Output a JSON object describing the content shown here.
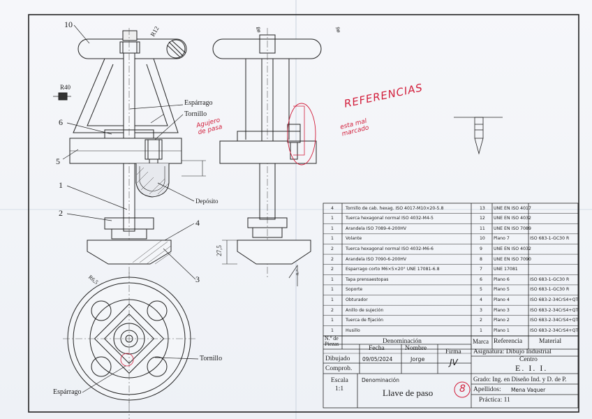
{
  "callouts": {
    "n10": "10",
    "n6": "6",
    "n5": "5",
    "n1": "1",
    "n2": "2",
    "n4": "4",
    "n3": "3",
    "esparrago_top": "Espárrago",
    "tornillo_top": "Tornillo",
    "deposito": "Depósito",
    "tornillo_bottom": "Tornillo",
    "esparrago_bottom": "Espárrago"
  },
  "dimensions": {
    "r12": "R12",
    "r40": "R40",
    "d8": "ø8",
    "d6": "ø6",
    "h275": "27,5",
    "r65": "R6,5",
    "m": "n.°"
  },
  "annotations": {
    "referencias": "REFERENCIAS",
    "mal_marcado": "esta mal marcado",
    "agujero": "Agujero de pasa",
    "circle_number": "8"
  },
  "parts_list": {
    "rows": [
      {
        "qty": "4",
        "name": "Tornillo de cab. hexag. ISO 4017-M10×20-5.8",
        "no": "13",
        "ref": "UNE EN ISO 4017",
        "material": ""
      },
      {
        "qty": "1",
        "name": "Tuerca hexagonal normal ISO 4032-M4-5",
        "no": "12",
        "ref": "UNE EN ISO 4032",
        "material": ""
      },
      {
        "qty": "1",
        "name": "Arandela ISO 7089-4-200HV",
        "no": "11",
        "ref": "UNE EN ISO 7089",
        "material": ""
      },
      {
        "qty": "1",
        "name": "Volante",
        "no": "10",
        "ref": "Plano 7",
        "material": "ISO 683-1-GC30 R"
      },
      {
        "qty": "2",
        "name": "Tuerca hexagonal normal ISO 4032-M6-6",
        "no": "9",
        "ref": "UNE EN ISO 4032",
        "material": ""
      },
      {
        "qty": "2",
        "name": "Arandela ISO 7090-6-200HV",
        "no": "8",
        "ref": "UNE EN ISO 7090",
        "material": ""
      },
      {
        "qty": "2",
        "name": "Esparrago corto M6×5×20° UNE 17081-6.8",
        "no": "7",
        "ref": "UNE 17081",
        "material": ""
      },
      {
        "qty": "1",
        "name": "Tapa prensaestopas",
        "no": "6",
        "ref": "Plano 6",
        "material": "ISO 683-1-GC30 R"
      },
      {
        "qty": "1",
        "name": "Soporte",
        "no": "5",
        "ref": "Plano 5",
        "material": "ISO 683-1-GC30 R"
      },
      {
        "qty": "1",
        "name": "Obturador",
        "no": "4",
        "ref": "Plano 4",
        "material": "ISO 683-2-34CrS4+QT"
      },
      {
        "qty": "2",
        "name": "Anillo de sujeción",
        "no": "3",
        "ref": "Plano 3",
        "material": "ISO 683-2-34CrS4+QT"
      },
      {
        "qty": "1",
        "name": "Tuerca de fijación",
        "no": "2",
        "ref": "Plano 2",
        "material": "ISO 683-2-34CrS4+QT"
      },
      {
        "qty": "1",
        "name": "Husillo",
        "no": "1",
        "ref": "Plano 1",
        "material": "ISO 683-2-34CrS4+QT"
      }
    ],
    "header": {
      "qty": "N.º de Piezas",
      "name": "Denominación",
      "mark": "Marca",
      "ref": "Referencia",
      "material": "Material"
    }
  },
  "title_block": {
    "fecha_h": "Fecha",
    "nombre_h": "Nombre",
    "firma_h": "Firma",
    "asignatura": "Asignatura: Dibujo Industrial",
    "dibujado": "Dibujado",
    "fecha": "09/05/2024",
    "nombre": "Jorge",
    "firma": "JV",
    "centro_h": "Centro",
    "centro": "E. I. I.",
    "comprob": "Comprob.",
    "escala_h": "Escala",
    "escala": "1:1",
    "denominacion_h": "Denominación",
    "denominacion": "Llave de paso",
    "grado": "Grado: Ing. en Diseño Ind. y D. de P.",
    "apellidos": "Apellidos:",
    "apellidos_val": "Mena Vaquer",
    "practica": "Práctica: 11"
  }
}
